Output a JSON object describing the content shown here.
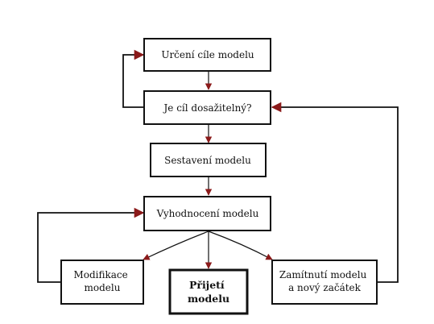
{
  "diagram": {
    "nodes": {
      "goal": {
        "lines": [
          "Určení cíle modelu"
        ]
      },
      "reachable": {
        "lines": [
          "Je cíl dosažitelný?"
        ]
      },
      "build": {
        "lines": [
          "Sestavení modelu"
        ]
      },
      "evaluate": {
        "lines": [
          "Vyhodnocení modelu"
        ]
      },
      "modify": {
        "lines": [
          "Modifikace",
          "modelu"
        ]
      },
      "accept": {
        "lines": [
          "Přijetí",
          "modelu"
        ]
      },
      "reject": {
        "lines": [
          "Zamítnutí modelu",
          "a nový začátek"
        ]
      }
    },
    "colors": {
      "box_border": "#111111",
      "arrow": "#111111",
      "arrowhead": "#8b1a1a"
    }
  }
}
